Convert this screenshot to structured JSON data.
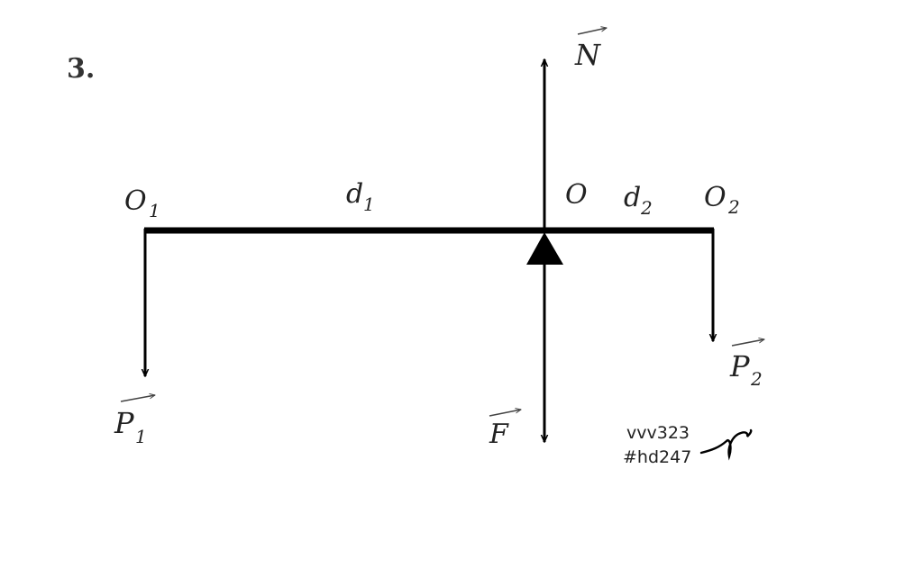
{
  "problem_number": "3.",
  "points": {
    "o1": {
      "letter": "O",
      "sub": "1"
    },
    "o": {
      "letter": "O"
    },
    "o2": {
      "letter": "O",
      "sub": "2"
    }
  },
  "distances": {
    "d1": {
      "letter": "d",
      "sub": "1"
    },
    "d2": {
      "letter": "d",
      "sub": "2"
    }
  },
  "forces": {
    "n": {
      "letter": "N"
    },
    "f": {
      "letter": "F"
    },
    "p1": {
      "letter": "P",
      "sub": "1"
    },
    "p2": {
      "letter": "P",
      "sub": "2"
    }
  },
  "stamp": {
    "line1": "vvv323",
    "line2": "#hd247"
  },
  "colors": {
    "ink": "#000000",
    "label": "#222222"
  }
}
